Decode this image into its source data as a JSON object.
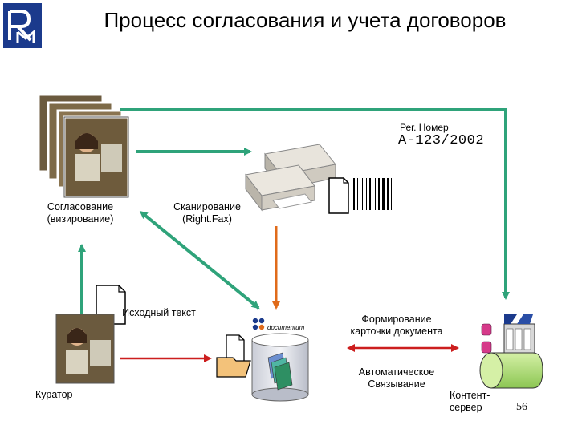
{
  "title": "Процесс согласования и учета договоров",
  "labels": {
    "approval_line1": "Согласование",
    "approval_line2": "(визирование)",
    "scanning_line1": "Сканирование",
    "scanning_line2": "(Right.Fax)",
    "reg_label": "Рег. Номер",
    "reg_number": "А-123/2002",
    "source_text": "Исходный текст",
    "card_line1": "Формирование",
    "card_line2": "карточки документа",
    "autolink_line1": "Автоматическое",
    "autolink_line2": "Связывание",
    "curator": "Куратор",
    "content_server_line1": "Контент-",
    "content_server_line2": "сервер",
    "documentum": "documentum",
    "page_number": "56"
  },
  "colors": {
    "green_arrow": "#2fa37a",
    "red_arrow": "#cc1e1e",
    "orange_arrow": "#e06b1a",
    "blue_arrow": "#2a4ea6",
    "logo_blue": "#1b3a8c",
    "cylinder_green": "#a8d86a"
  }
}
